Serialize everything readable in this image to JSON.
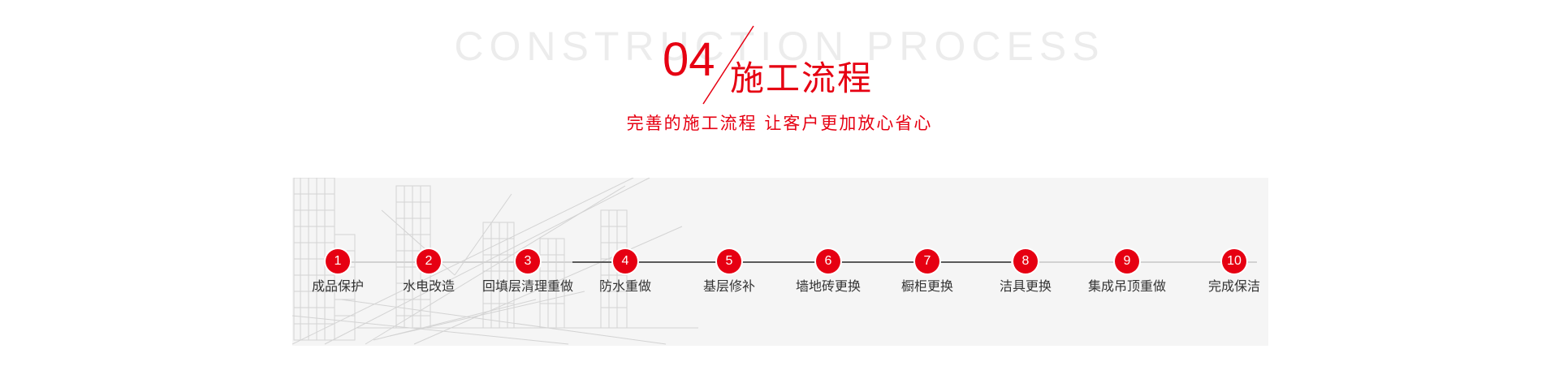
{
  "header": {
    "watermark": "CONSTRUCTION PROCESS",
    "number": "04",
    "title": "施工流程",
    "subtitle": "完善的施工流程  让客户更加放心省心"
  },
  "colors": {
    "accent": "#e60012",
    "panel_background": "#f5f5f5",
    "label_text": "#333333"
  },
  "steps": [
    {
      "number": "1",
      "label": "成品保护"
    },
    {
      "number": "2",
      "label": "水电改造"
    },
    {
      "number": "3",
      "label": "回填层清理重做"
    },
    {
      "number": "4",
      "label": "防水重做"
    },
    {
      "number": "5",
      "label": "基层修补"
    },
    {
      "number": "6",
      "label": "墙地砖更换"
    },
    {
      "number": "7",
      "label": "橱柜更换"
    },
    {
      "number": "8",
      "label": "洁具更换"
    },
    {
      "number": "9",
      "label": "集成吊顶重做"
    },
    {
      "number": "10",
      "label": "完成保洁"
    }
  ]
}
